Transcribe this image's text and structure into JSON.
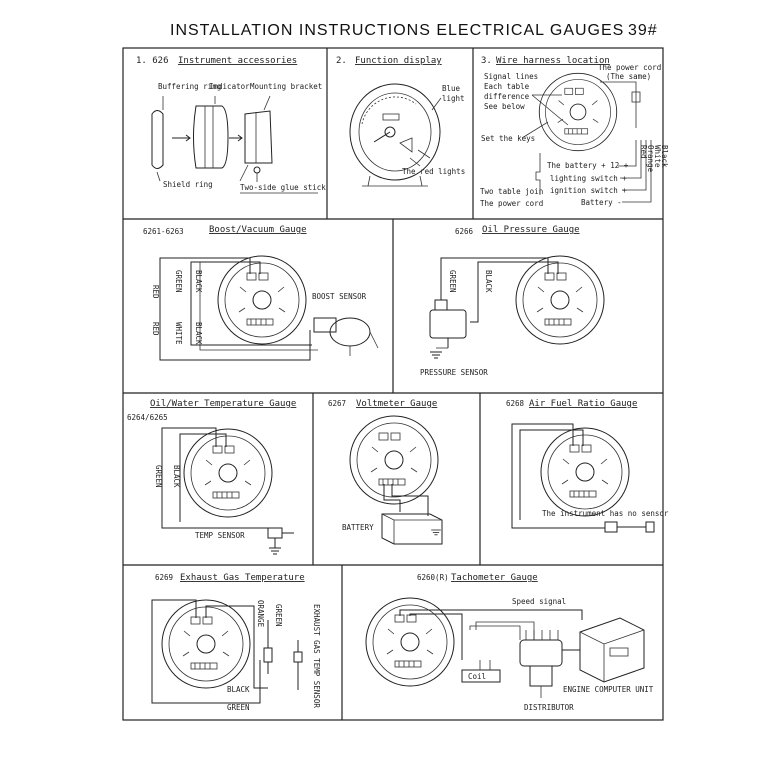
{
  "header": {
    "title": "INSTALLATION INSTRUCTIONS ELECTRICAL GAUGES",
    "page_no": "39#"
  },
  "sec1": {
    "num": "1. 626",
    "title": "Instrument accessories",
    "buffering_ring": "Buffering ring",
    "indicator": "Indicator",
    "mounting_bracket": "Mounting bracket",
    "shield_ring": "Shield ring",
    "glue_stick": "Two-side glue stick"
  },
  "sec2": {
    "num": "2.",
    "title": "Function display",
    "blue_light_1": "Blue",
    "blue_light_2": "light",
    "red_lights": "The red lights"
  },
  "sec3": {
    "num": "3.",
    "title": "Wire harness location",
    "power_cord_same_1": "The power cord",
    "power_cord_same_2": "(The same)",
    "signal_1": "Signal lines",
    "signal_2": "Each table",
    "signal_3": "difference",
    "signal_4": "See below",
    "set_keys": "Set the keys",
    "battery": "The battery + 12 +",
    "lighting": "lighting switch +",
    "ignition": "ignition switch +",
    "battery_neg": "Battery -",
    "two_table": "Two table join",
    "power_cord": "The power cord",
    "wire_red": "Red",
    "wire_orange": "Orange",
    "wire_white": "White",
    "wire_black": "Black"
  },
  "boost": {
    "num": "6261-6263",
    "title": "Boost/Vacuum Gauge",
    "red": "RED",
    "green": "GREEN",
    "black": "BLACK",
    "red2": "RED",
    "white": "WHITE",
    "black2": "BLACK",
    "sensor": "BOOST SENSOR"
  },
  "oil": {
    "num": "6266",
    "title": "Oil Pressure Gauge",
    "green": "GREEN",
    "black": "BLACK",
    "sensor": "PRESSURE SENSOR"
  },
  "temp": {
    "title": "Oil/Water Temperature Gauge",
    "num": "6264/6265",
    "green": "GREEN",
    "black": "BLACK",
    "sensor": "TEMP SENSOR"
  },
  "volt": {
    "num": "6267",
    "title": "Voltmeter Gauge",
    "battery": "BATTERY"
  },
  "afr": {
    "num": "6268",
    "title": "Air Fuel Ratio Gauge",
    "note": "The instrument has no sensor"
  },
  "egt": {
    "num": "6269",
    "title": "Exhaust Gas Temperature",
    "orange": "ORANGE",
    "green": "GREEN",
    "sensor": "EXHAUST GAS TEMP SENSOR",
    "black": "BLACK",
    "green2": "GREEN"
  },
  "tach": {
    "num": "6260(R)",
    "title": "Tachometer Gauge",
    "speed": "Speed signal",
    "coil": "Coil",
    "ecu": "ENGINE COMPUTER UNIT",
    "distributor": "DISTRIBUTOR"
  }
}
